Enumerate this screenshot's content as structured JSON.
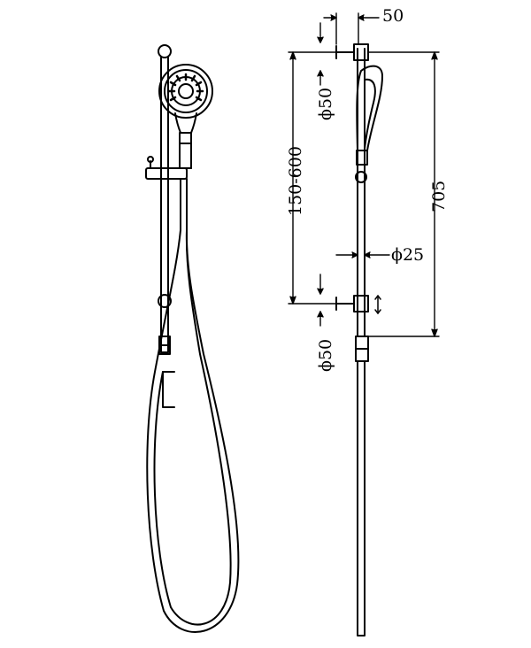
{
  "drawing": {
    "dimensions": {
      "rail_offset": "50",
      "top_bracket_diameter": "ϕ50",
      "rail_height_range": "150-600",
      "total_height": "705",
      "rail_diameter": "ϕ25",
      "bottom_bracket_diameter": "ϕ50"
    }
  }
}
